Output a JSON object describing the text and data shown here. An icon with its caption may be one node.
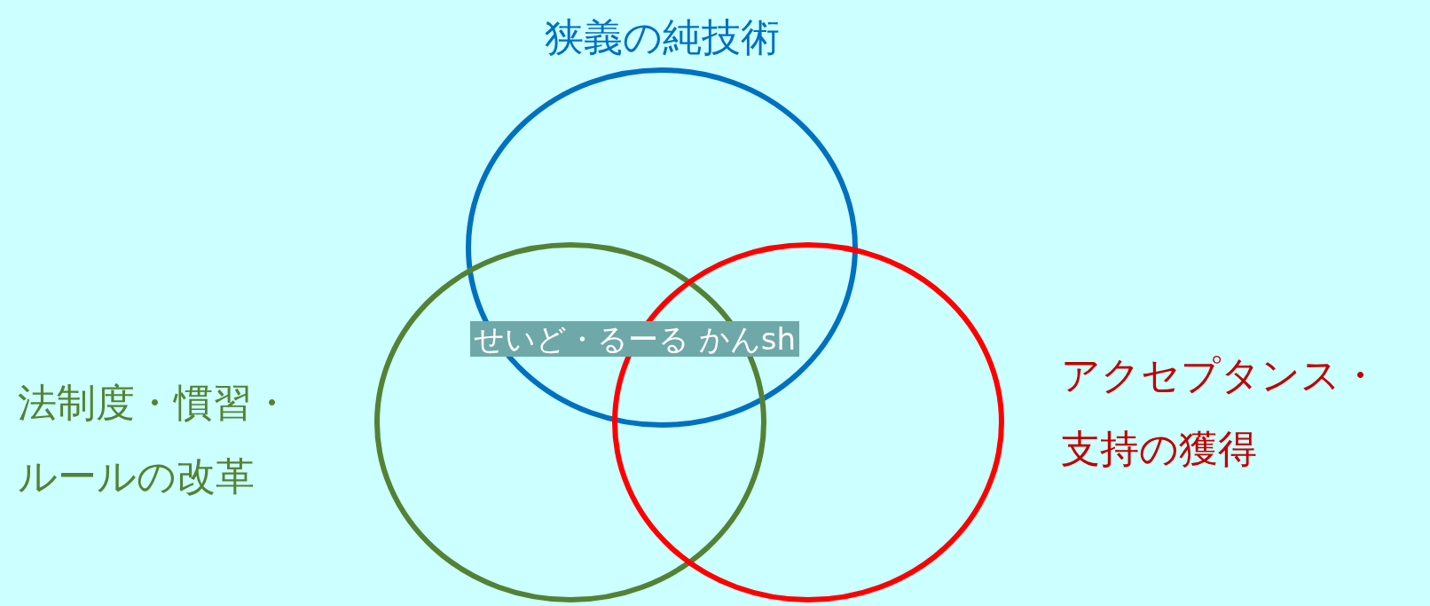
{
  "diagram": {
    "nodes": [
      {
        "text": [
          "狭義の純技術"
        ]
      },
      {
        "text": [
          "法制度・慣習・ルールの改革"
        ]
      },
      {
        "text": [
          "アクセプタンス・支持の獲得"
        ]
      }
    ],
    "labels": [
      "せいど・るーる かんsh"
    ]
  }
}
